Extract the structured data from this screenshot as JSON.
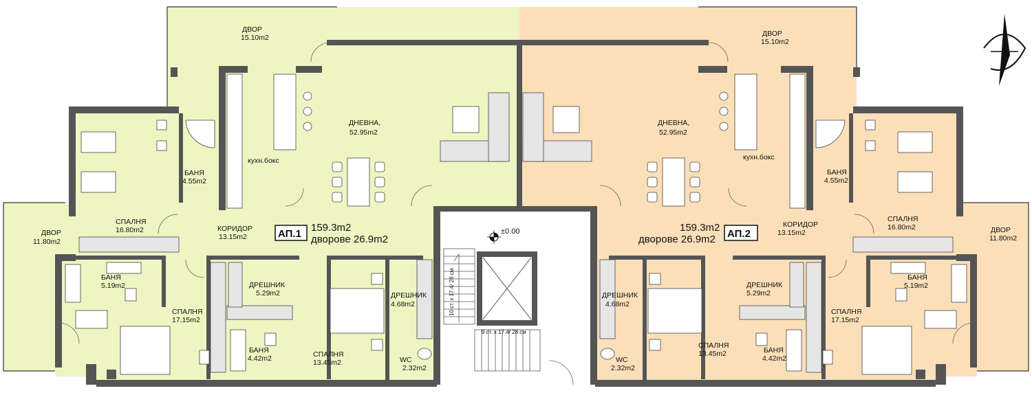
{
  "apartment_1": {
    "tag": "АП.1",
    "area": "159.3m2",
    "yards": "дворове 26.9m2",
    "rooms": [
      {
        "name": "ДВОР",
        "area": "15.10m2"
      },
      {
        "name": "ДНЕВНА,",
        "area": "52.95m2"
      },
      {
        "name": "кухн.бокс",
        "area": ""
      },
      {
        "name": "БАНЯ",
        "area": "4.55m2"
      },
      {
        "name": "СПАЛНЯ",
        "area": "16.80m2"
      },
      {
        "name": "ДВОР",
        "area": "11.80m2"
      },
      {
        "name": "КОРИДОР",
        "area": "13.15m2"
      },
      {
        "name": "БАНЯ",
        "area": "5.19m2"
      },
      {
        "name": "СПАЛНЯ",
        "area": "17.15m2"
      },
      {
        "name": "ДРЕШНИК",
        "area": "5.29m2"
      },
      {
        "name": "БАНЯ",
        "area": "4.42m2"
      },
      {
        "name": "СПАЛНЯ",
        "area": "13.45m2"
      },
      {
        "name": "ДРЕШНИК",
        "area": "4.68m2"
      },
      {
        "name": "WC",
        "area": "2.32m2"
      }
    ]
  },
  "apartment_2": {
    "tag": "АП.2",
    "area": "159.3m2",
    "yards": "дворове 26.9m2",
    "rooms": [
      {
        "name": "ДВОР",
        "area": "15.10m2"
      },
      {
        "name": "ДНЕВНА,",
        "area": "52.95m2"
      },
      {
        "name": "кухн.бокс",
        "area": ""
      },
      {
        "name": "БАНЯ",
        "area": "4.55m2"
      },
      {
        "name": "СПАЛНЯ",
        "area": "16.80m2"
      },
      {
        "name": "ДВОР",
        "area": "11.80m2"
      },
      {
        "name": "КОРИДОР",
        "area": "13.15m2"
      },
      {
        "name": "БАНЯ",
        "area": "5.19m2"
      },
      {
        "name": "СПАЛНЯ",
        "area": "17.15m2"
      },
      {
        "name": "ДРЕШНИК",
        "area": "5.29m2"
      },
      {
        "name": "БАНЯ",
        "area": "4.42m2"
      },
      {
        "name": "СПАЛНЯ",
        "area": "13.45m2"
      },
      {
        "name": "ДРЕШНИК",
        "area": "4.68m2"
      },
      {
        "name": "WC",
        "area": "2.32m2"
      }
    ]
  },
  "stair": {
    "level": "±0.00",
    "flight_1": "10 ст. х 17.4/ 28 см",
    "flight_2": "9 ст. х 17.4/ 28 см"
  },
  "colors": {
    "apartment_1": "#eef5c2",
    "apartment_2": "#fbdfb9",
    "walls": "#555555"
  },
  "icons": [
    "north-arrow-icon",
    "level-marker-icon"
  ]
}
